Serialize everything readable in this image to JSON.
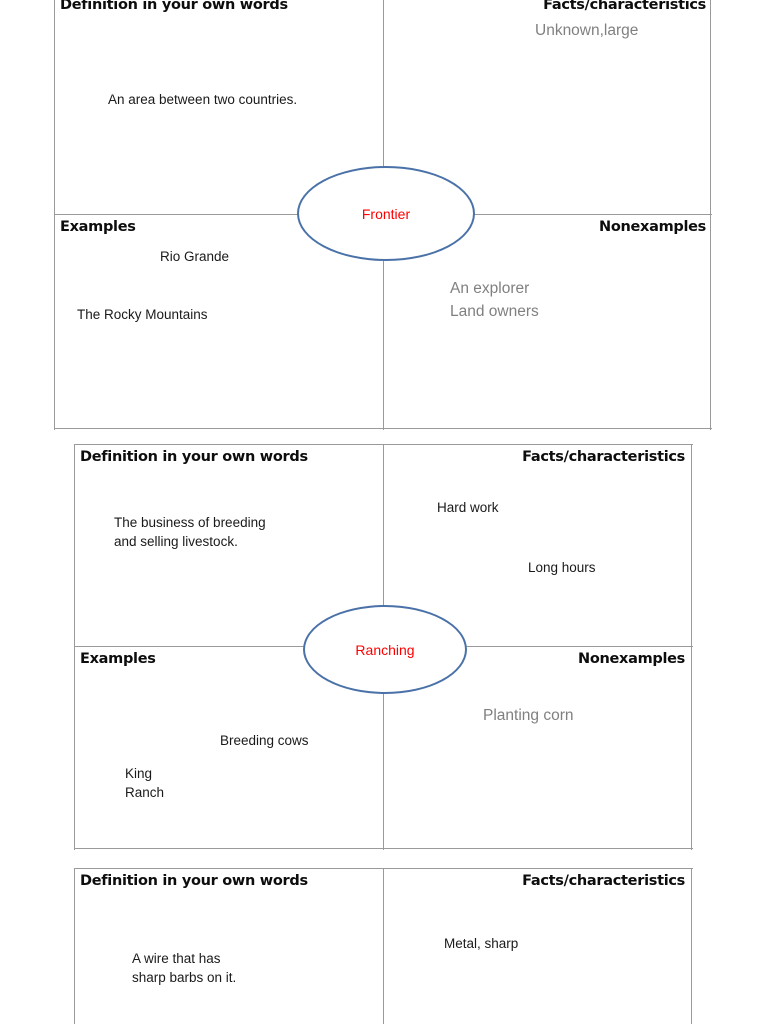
{
  "page": {
    "title": "Frayer Model Vocabulary Worksheet",
    "accent_oval_border": "#4a72a8",
    "word_color": "#fe0000",
    "muted_text_color": "#808080",
    "border_color": "#9a9a9a",
    "background": "#ffffff"
  },
  "headings": {
    "definition": "Definition in your own words",
    "facts": "Facts/characteristics",
    "examples": "Examples",
    "nonexamples": "Nonexamples"
  },
  "diagrams": [
    {
      "word": "Frontier",
      "definition": "An area between two countries.",
      "facts": [
        "Unknown,large"
      ],
      "examples": [
        "Rio Grande",
        "The Rocky Mountains"
      ],
      "nonexamples": [
        "An explorer",
        "Land owners"
      ]
    },
    {
      "word": "Ranching",
      "definition": "The business of breeding\nand selling livestock.",
      "facts": [
        "Hard work",
        "Long hours"
      ],
      "examples": [
        "Breeding cows",
        "King\nRanch"
      ],
      "nonexamples": [
        "Planting corn"
      ]
    },
    {
      "word": "",
      "definition": "A wire that has\nsharp barbs on it.",
      "facts": [
        "Metal, sharp"
      ],
      "examples": [],
      "nonexamples": []
    }
  ]
}
